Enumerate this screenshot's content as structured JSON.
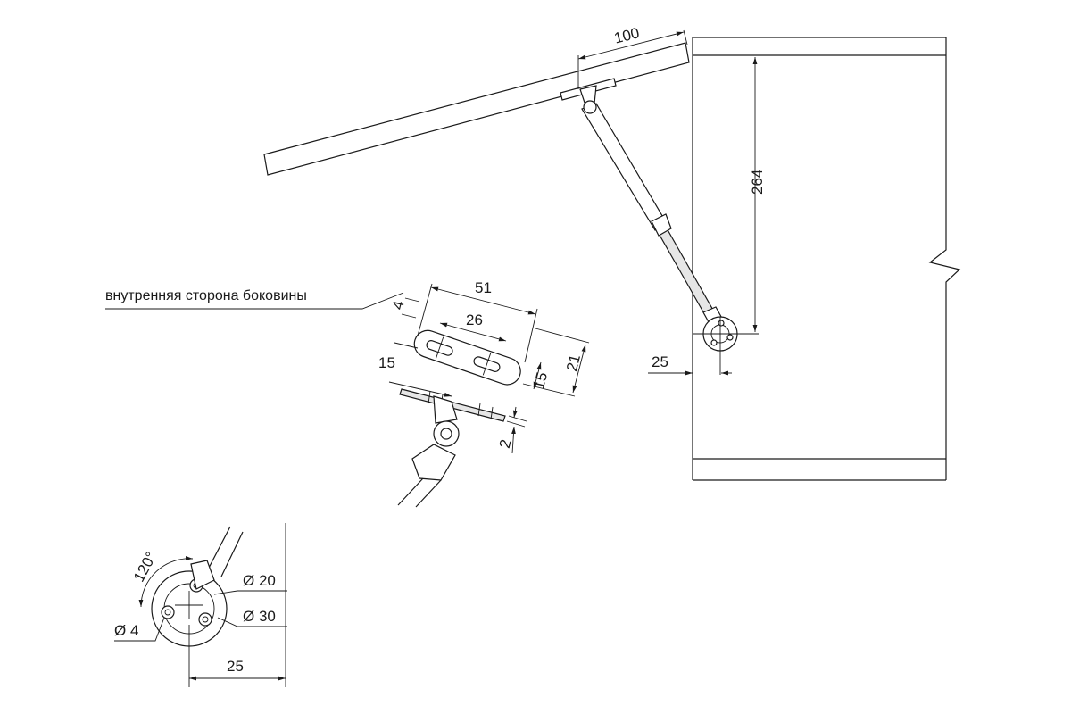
{
  "label_inner_side": "внутренняя сторона боковины",
  "dims": {
    "d100": "100",
    "d264": "264",
    "d25_top": "25",
    "d51": "51",
    "d26": "26",
    "d4_small": "4",
    "d15_left": "15",
    "d15_right": "15",
    "d21": "21",
    "d2": "2",
    "d120": "120°",
    "dia20": "Ø 20",
    "dia30": "Ø 30",
    "dia4": "Ø 4",
    "d25_bottom": "25"
  }
}
